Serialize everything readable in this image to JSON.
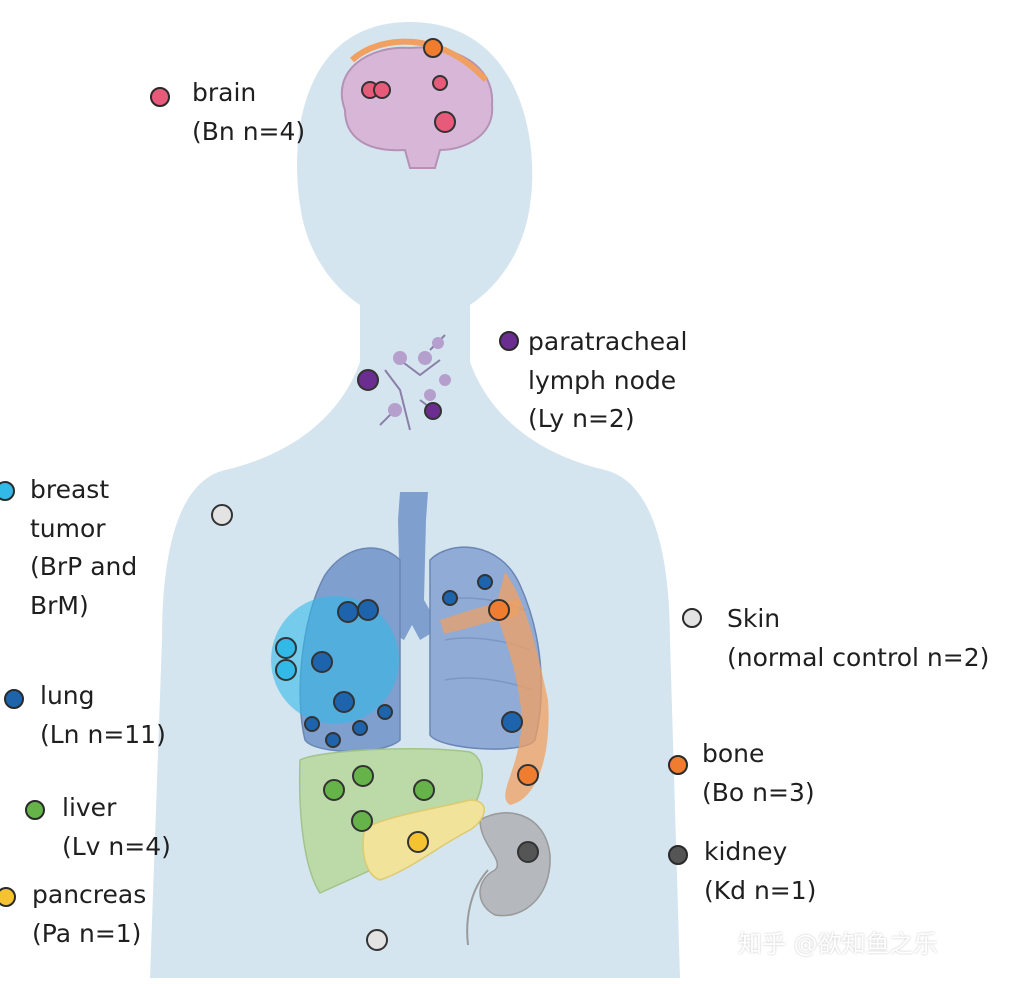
{
  "colors": {
    "body": "#d5e5ef",
    "brain": "#d8b6d8",
    "brain_dots": "#e85a7a",
    "lymph": "#6b2d8f",
    "breast": "#33b9e8",
    "lung": "#1d64ad",
    "liver": "#66b34a",
    "pancreas": "#f5c330",
    "skin": "#e3e3e3",
    "bone": "#f07d2f",
    "kidney": "#555555"
  },
  "labels": {
    "brain": [
      "brain",
      "(Bn n=4)"
    ],
    "lymph": [
      "paratracheal",
      "lymph node",
      "(Ly n=2)"
    ],
    "breast": [
      "breast",
      "tumor",
      "(BrP and",
      "BrM)"
    ],
    "lung": [
      "lung",
      "(Ln n=11)"
    ],
    "liver": [
      "liver",
      "(Lv n=4)"
    ],
    "pancreas": [
      "pancreas",
      "(Pa n=1)"
    ],
    "skin": [
      "Skin",
      "(normal control n=2)"
    ],
    "bone": [
      "bone",
      "(Bo n=3)"
    ],
    "kidney": [
      "kidney",
      "(Kd n=1)"
    ]
  },
  "watermark": "知乎 @欲知鱼之乐"
}
